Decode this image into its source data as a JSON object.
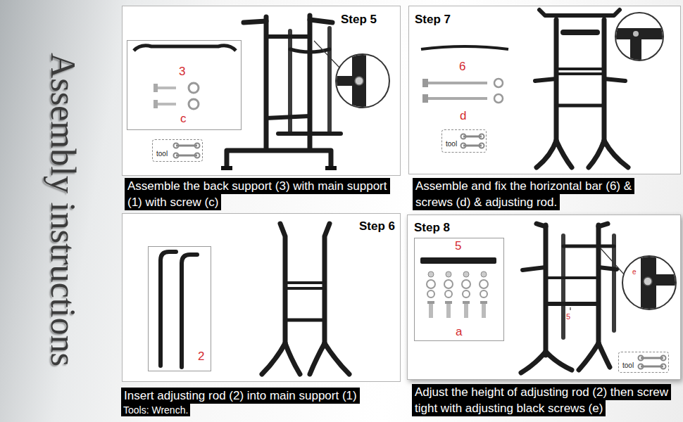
{
  "diagram": {
    "title": "Assembly instructions",
    "nodes": [
      {
        "text": [
          "Step 5",
          "Assemble the back support (3) with main support (1) with screw (c)"
        ]
      },
      {
        "text": [
          "3",
          "c"
        ],
        "in": 0
      },
      {
        "text": [
          "tool"
        ],
        "in": 0
      },
      {
        "text": [
          "Step 7",
          "Assemble and fix the horizontal bar (6) & screws (d) & adjusting rod."
        ]
      },
      {
        "text": [
          "tool"
        ],
        "in": 3
      },
      {
        "text": [
          "Step 6",
          "Insert adjusting rod (2) into main support (1)",
          "Tools: Wrench."
        ]
      },
      {
        "text": [
          "2"
        ],
        "in": 5
      },
      {
        "text": [
          "Step 8",
          "Adjust the height of adjusting rod (2) then screw tight with adjusting black screws (e)"
        ]
      },
      {
        "text": [
          "5",
          "a"
        ],
        "in": 7
      },
      {
        "text": [
          "tool"
        ],
        "in": 7
      }
    ],
    "labels": [
      "6",
      "d",
      "5",
      "e"
    ]
  }
}
